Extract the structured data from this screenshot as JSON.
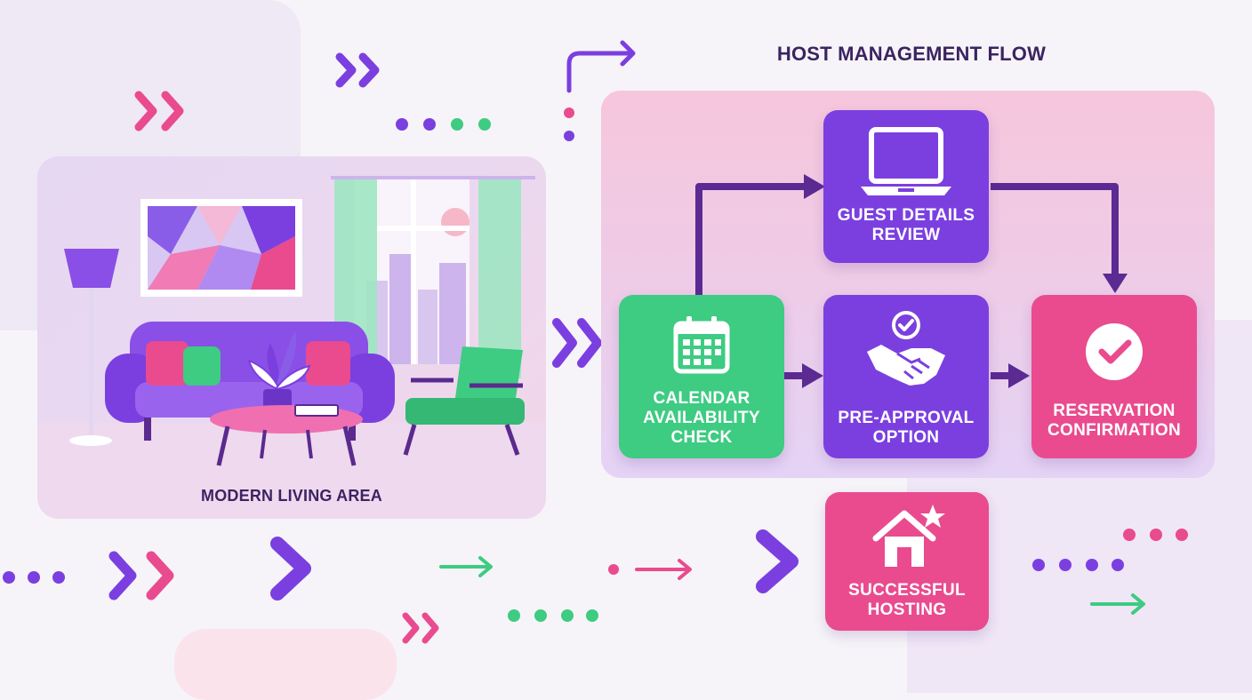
{
  "flow_title": "HOST MANAGEMENT FLOW",
  "living_area_caption": "MODERN LIVING AREA",
  "nodes": {
    "calendar": {
      "lines": [
        "CALENDAR",
        "AVAILABILITY",
        "CHECK"
      ],
      "icon": "calendar-icon",
      "color": "#3ecb82"
    },
    "guest": {
      "lines": [
        "GUEST DETAILS",
        "REVIEW"
      ],
      "icon": "laptop-icon",
      "color": "#7b3fe0"
    },
    "preapproval": {
      "lines": [
        "PRE-APPROVAL",
        "OPTION"
      ],
      "icon": "handshake-icon",
      "color": "#7b3fe0"
    },
    "reservation": {
      "lines": [
        "RESERVATION",
        "CONFIRMATION"
      ],
      "icon": "check-circle-icon",
      "color": "#e94b8e"
    },
    "success": {
      "lines": [
        "SUCCESSFUL",
        "HOSTING"
      ],
      "icon": "house-star-icon",
      "color": "#e94b8e"
    }
  },
  "colors": {
    "purple": "#7b3fe0",
    "pink": "#e94b8e",
    "green": "#3ecb82",
    "dark_purple": "#5a2a8e",
    "connector": "#5b2a93"
  }
}
